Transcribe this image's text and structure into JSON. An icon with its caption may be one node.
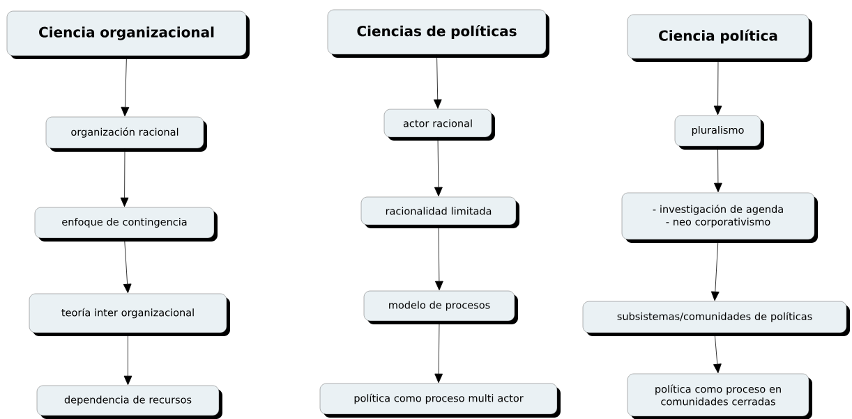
{
  "diagram": {
    "nodes": [
      {
        "text": [
          "Ciencia organizacional"
        ]
      },
      {
        "text": [
          "organización racional"
        ]
      },
      {
        "text": [
          "enfoque de contingencia"
        ]
      },
      {
        "text": [
          "teoría inter organizacional"
        ]
      },
      {
        "text": [
          "dependencia de recursos"
        ]
      },
      {
        "text": [
          "Ciencias de políticas"
        ]
      },
      {
        "text": [
          "actor racional"
        ]
      },
      {
        "text": [
          "racionalidad limitada"
        ]
      },
      {
        "text": [
          "modelo de procesos"
        ]
      },
      {
        "text": [
          "política como proceso multi actor"
        ]
      },
      {
        "text": [
          "Ciencia política"
        ]
      },
      {
        "text": [
          "pluralismo"
        ]
      },
      {
        "text": [
          "- investigación de agenda - neo corporativismo"
        ]
      },
      {
        "text": [
          "subsistemas/comunidades de políticas"
        ]
      },
      {
        "text": [
          "política como proceso en comunidades cerradas"
        ]
      }
    ],
    "edges": [
      {
        "from": 0,
        "to": 1,
        "arrow": "to"
      },
      {
        "from": 1,
        "to": 2,
        "arrow": "to"
      },
      {
        "from": 2,
        "to": 3,
        "arrow": "to"
      },
      {
        "from": 3,
        "to": 4,
        "arrow": "to"
      },
      {
        "from": 5,
        "to": 6,
        "arrow": "to"
      },
      {
        "from": 6,
        "to": 7,
        "arrow": "to"
      },
      {
        "from": 7,
        "to": 8,
        "arrow": "to"
      },
      {
        "from": 8,
        "to": 9,
        "arrow": "to"
      },
      {
        "from": 10,
        "to": 11,
        "arrow": "to"
      },
      {
        "from": 11,
        "to": 12,
        "arrow": "to"
      },
      {
        "from": 12,
        "to": 13,
        "arrow": "to"
      },
      {
        "from": 13,
        "to": 14,
        "arrow": "to"
      }
    ]
  }
}
